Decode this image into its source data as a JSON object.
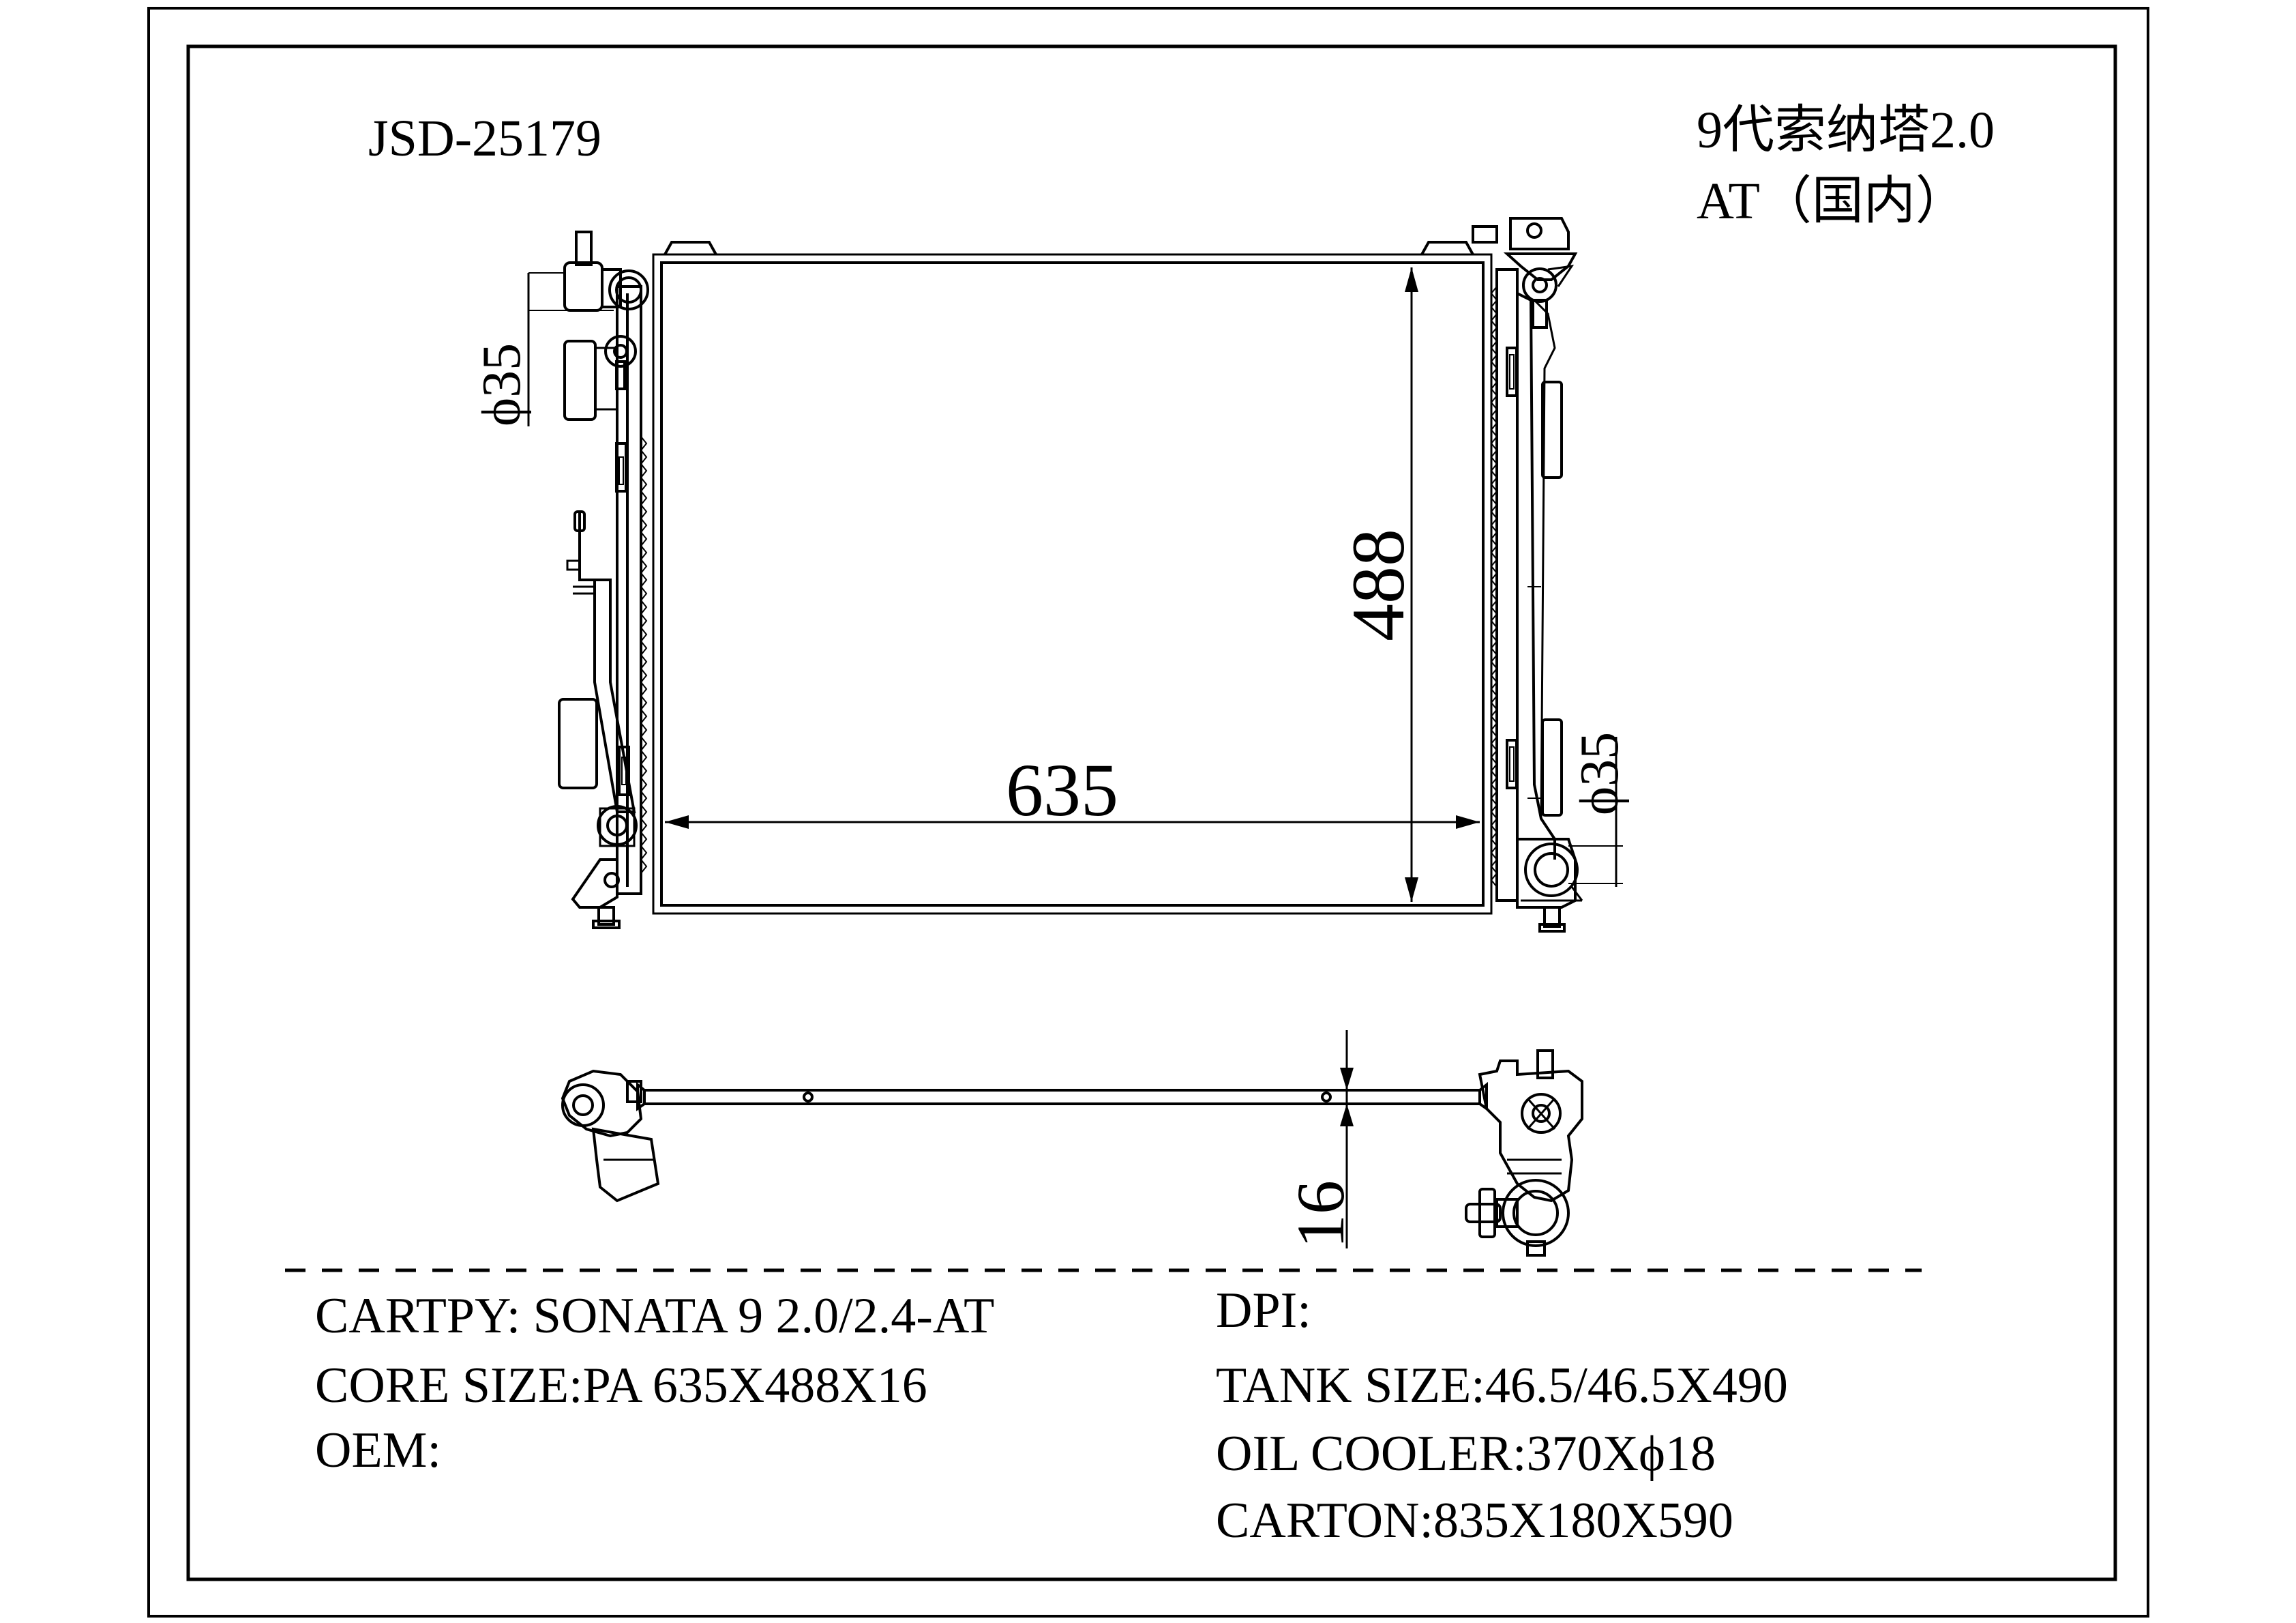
{
  "header": {
    "part_number": "JSD-25179",
    "model_cn_line1": "9代索纳塔2.0",
    "model_cn_line2": "AT（国内）"
  },
  "dimensions": {
    "width": "635",
    "height": "488",
    "thickness": "16",
    "inlet_diameter": "ϕ35",
    "outlet_diameter": "ϕ35"
  },
  "specs_left": {
    "cartpy": "CARTPY: SONATA 9 2.0/2.4-AT",
    "core_size": "CORE SIZE:PA 635X488X16",
    "oem": "OEM:"
  },
  "specs_right": {
    "dpi": "DPI:",
    "tank_size": "TANK SIZE:46.5/46.5X490",
    "oil_cooler": "OIL COOLER:370Xϕ18",
    "carton": "CARTON:835X180X590"
  }
}
